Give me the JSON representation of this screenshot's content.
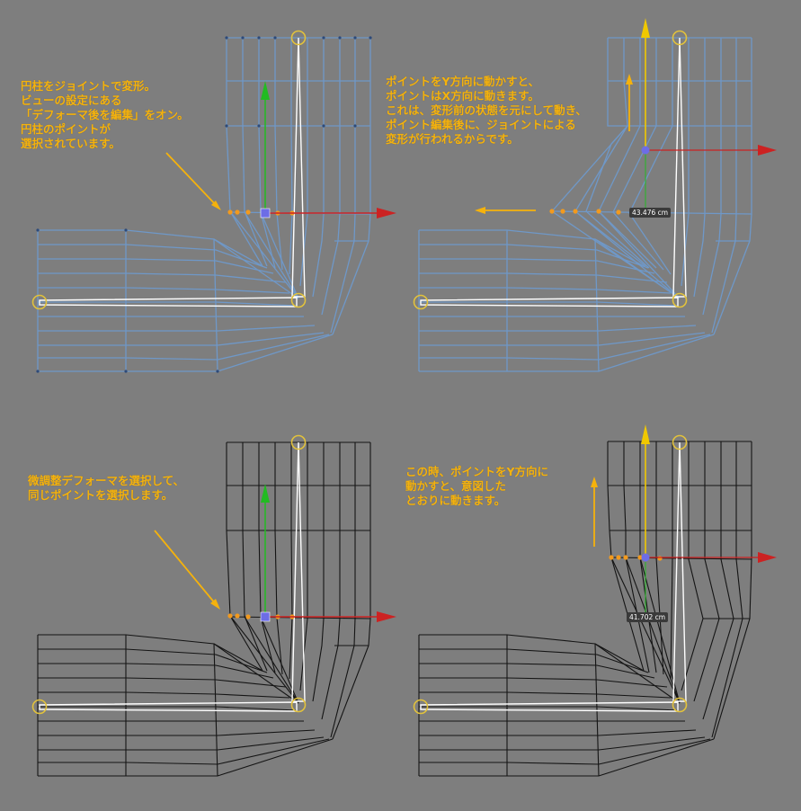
{
  "colors": {
    "background": "#7e7e7e",
    "wire_selected": "#6f98c8",
    "wire_plain": "#141414",
    "bone": "#ffffff",
    "joint": "#e2c23c",
    "point": "#f29a1e",
    "note_text": "#f5b20c",
    "axis_x": "#cc2222",
    "axis_y": "#22bb22",
    "axis_y_handle": "#f0c800",
    "center": "#6d6de6"
  },
  "panels": [
    {
      "note_lines": [
        "円柱をジョイントで変形。",
        "ビューの設定にある",
        "「デフォーマ後を編集」をオン。",
        "円柱のポイントが",
        "選択されています。"
      ],
      "readout": ""
    },
    {
      "note_lines": [
        "ポイントをY方向に動かすと、",
        "ポイントはX方向に動きます。",
        "これは、変形前の状態を元にして動き、",
        "ポイント編集後に、ジョイントによる",
        "変形が行われるからです。"
      ],
      "readout": "43.476 cm"
    },
    {
      "note_lines": [
        "微調整デフォーマを選択して、",
        "同じポイントを選択します。"
      ],
      "readout": ""
    },
    {
      "note_lines": [
        "この時、ポイントをY方向に",
        "動かすと、意図した",
        "とおりに動きます。"
      ],
      "readout": "41.702 cm"
    }
  ]
}
